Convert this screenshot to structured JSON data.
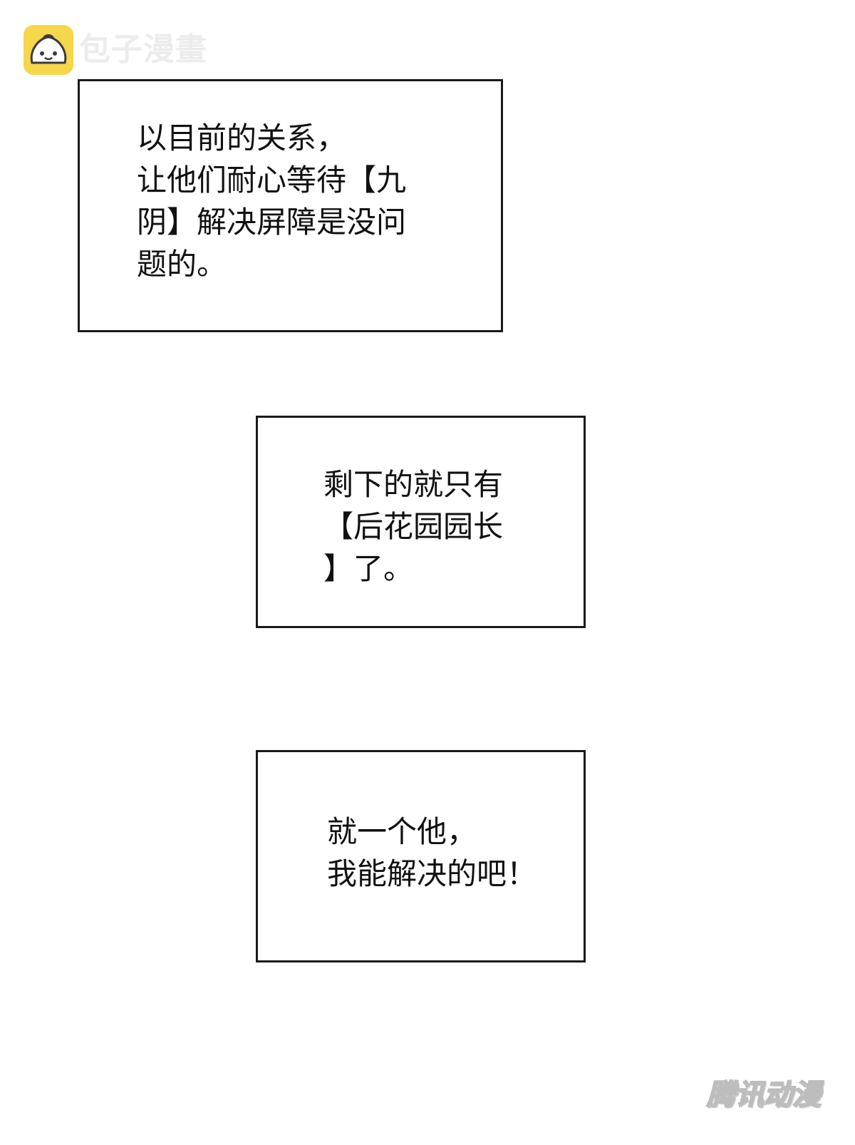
{
  "watermark": {
    "text": "包子漫畫",
    "logo_icon": "steamed-bun-icon",
    "logo_color": "#f6d64a"
  },
  "panels": [
    {
      "text": "以目前的关系，\n让他们耐心等待【九\n阴】解决屏障是没问\n题的。"
    },
    {
      "text": "剩下的就只有\n【后花园园长\n】了。"
    },
    {
      "text": "就一个他，\n我能解决的吧！"
    }
  ],
  "corner_mark": {
    "text": "腾讯动漫"
  }
}
